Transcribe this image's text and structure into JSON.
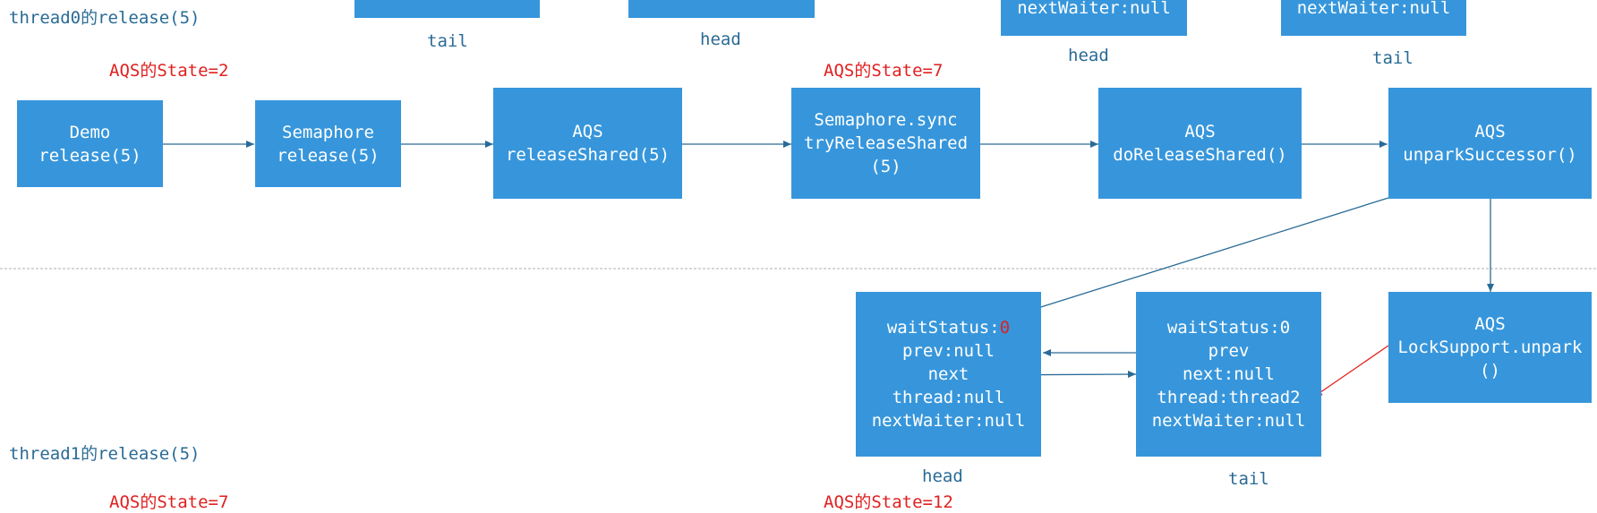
{
  "colors": {
    "box_fill": "#3796db",
    "box_text": "#ffffff",
    "arrow": "#2a6b96",
    "state_text": "#e02020",
    "label_text": "#2a6b96",
    "divider": "#b0b0b0"
  },
  "thread0_caption": "thread0的release(5)",
  "thread1_caption": "thread1的release(5)",
  "top_partial": {
    "box3_text": "nextWaiter:null",
    "box4_text": "nextWaiter:null",
    "label_tail_left": "tail",
    "label_head_left": "head",
    "label_head_right": "head",
    "label_tail_right": "tail"
  },
  "states": {
    "s1": "AQS的State=2",
    "s2": "AQS的State=7",
    "s3": "AQS的State=7",
    "s4": "AQS的State=12"
  },
  "flow": {
    "b1": [
      "Demo",
      "release(5)"
    ],
    "b2": [
      "Semaphore",
      "release(5)"
    ],
    "b3": [
      "AQS",
      "releaseShared(5)"
    ],
    "b4": [
      "Semaphore.sync",
      "tryReleaseShared",
      "(5)"
    ],
    "b5": [
      "AQS",
      "doReleaseShared()"
    ],
    "b6": [
      "AQS",
      "unparkSuccessor()"
    ],
    "b7": [
      "AQS",
      "LockSupport.unpark",
      "()"
    ]
  },
  "node_head": {
    "wait_label": "waitStatus:",
    "wait_value": "0",
    "prev": "prev:null",
    "next": "next",
    "thread": "thread:null",
    "nextWaiter": "nextWaiter:null",
    "caption": "head"
  },
  "node_tail": {
    "wait": "waitStatus:0",
    "prev": "prev",
    "next": "next:null",
    "thread": "thread:thread2",
    "nextWaiter": "nextWaiter:null",
    "caption": "tail"
  }
}
